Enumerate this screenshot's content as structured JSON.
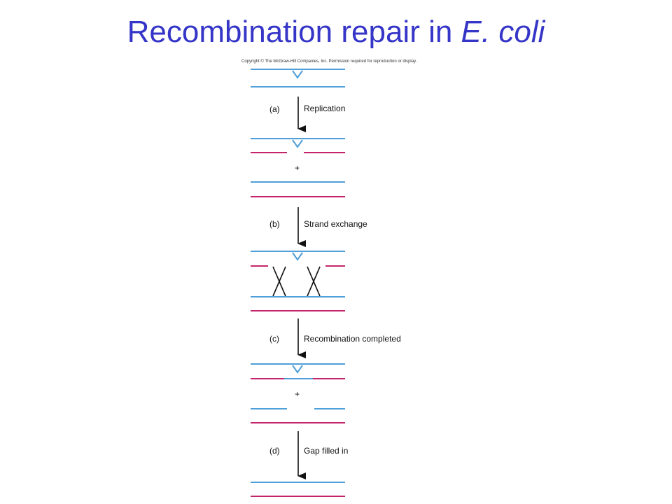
{
  "slide": {
    "title_main": "Recombination repair in ",
    "title_italic": "E. coli",
    "copyright": "Copyright © The McGraw-Hill Companies, Inc. Permission required for reproduction or display."
  },
  "diagram": {
    "colors": {
      "blue_strand": "#4f9fd8",
      "red_strand": "#c4256a",
      "arrow": "#111111",
      "title": "#3535c8"
    },
    "steps": [
      {
        "tag": "(a)",
        "label": "Replication"
      },
      {
        "tag": "(b)",
        "label": "Strand exchange"
      },
      {
        "tag": "(c)",
        "label": "Recombination completed"
      },
      {
        "tag": "(d)",
        "label": "Gap filled in"
      }
    ],
    "plus_symbols": [
      "+",
      "+"
    ]
  }
}
